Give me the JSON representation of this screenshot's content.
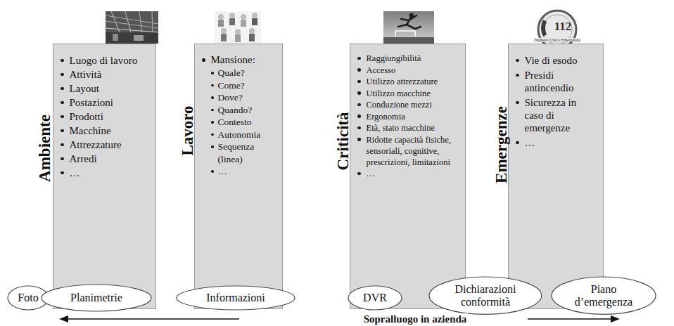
{
  "diagram": {
    "nodes": [
      {
        "text": [
          "Ambiente",
          "Luogo di lavoro",
          "Attività",
          "Layout",
          "Postazioni",
          "Prodotti",
          "Macchine",
          "Attrezzature",
          "Arredi",
          "…"
        ]
      },
      {
        "text": [
          "Lavoro",
          "Mansione:",
          "Quale?",
          "Come?",
          "Dove?",
          "Quando?",
          "Contesto",
          "Autonomia",
          "Sequenza (linea)",
          "…"
        ]
      },
      {
        "text": [
          "Criticità",
          "Raggiungibilità",
          "Accesso",
          "Utilizzo attrezzature",
          "Utilizzo macchine",
          "Conduzione mezzi",
          "Ergonomia",
          "Età, stato macchine",
          "Ridotte capacità fisiche, sensoriali, cognitive, prescrizioni, limitazioni",
          "…"
        ]
      },
      {
        "text": [
          "Emergenze",
          "Vie di esodo",
          "Presidi antincendio",
          "Sicurezza in caso di emergenze",
          "…"
        ]
      },
      {
        "text": [
          "Foto"
        ]
      },
      {
        "text": [
          "Planimetrie"
        ]
      },
      {
        "text": [
          "Informazioni"
        ]
      },
      {
        "text": [
          "DVR"
        ]
      },
      {
        "text": [
          "Dichiarazioni conformità"
        ]
      },
      {
        "text": [
          "Piano d’emergenza"
        ]
      }
    ],
    "labels": [
      "112",
      "Numero Unico Emergenza",
      "Sopralluogo in azienda"
    ]
  }
}
